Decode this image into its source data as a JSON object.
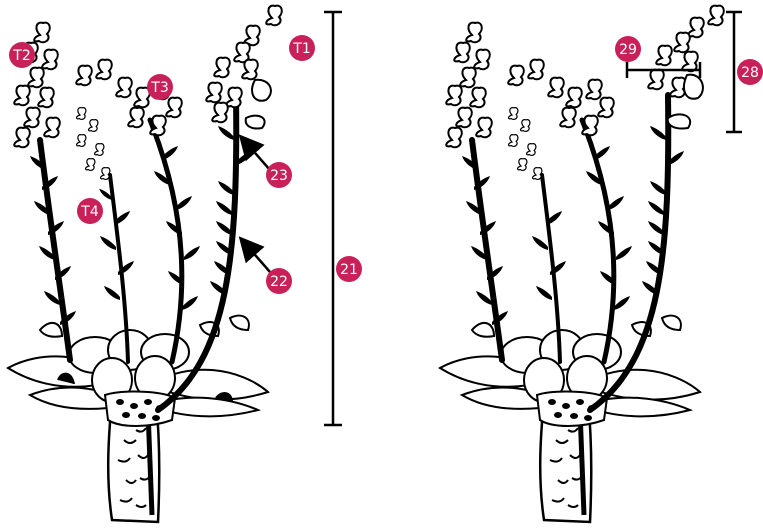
{
  "colors": {
    "badge": "#c8215a",
    "ink": "#000000",
    "paper": "#ffffff"
  },
  "labels": {
    "t1": "T1",
    "t2": "T2",
    "t3": "T3",
    "t4": "T4",
    "n21": "21",
    "n22": "22",
    "n23": "23",
    "n28": "28",
    "n29": "29"
  }
}
